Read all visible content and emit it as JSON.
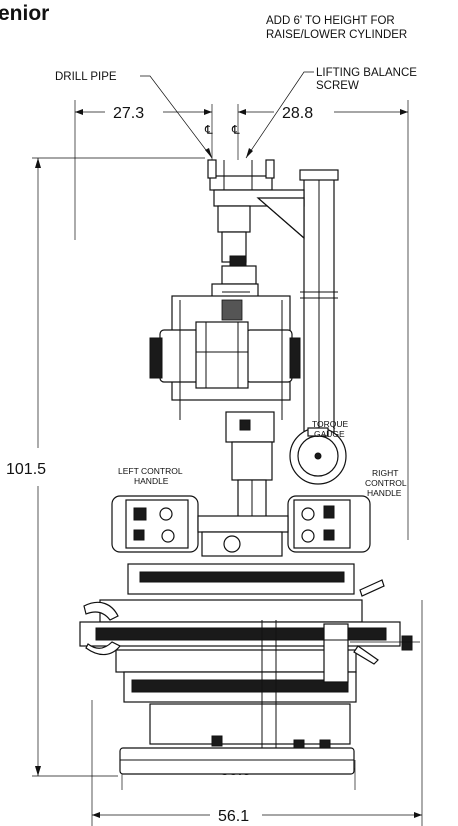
{
  "title": "enior",
  "note": {
    "line1": "ADD 6' TO HEIGHT FOR",
    "line2": "RAISE/LOWER CYLINDER"
  },
  "labels": {
    "drill_pipe": "DRILL PIPE",
    "lifting_balance_1": "LIFTING BALANCE",
    "lifting_balance_2": "SCREW",
    "torque_1": "TORQUE",
    "torque_2": "GAUGE",
    "left_handle_1": "LEFT CONTROL",
    "left_handle_2": "HANDLE",
    "right_handle_1": "RIGHT",
    "right_handle_2": "CONTROL",
    "right_handle_3": "HANDLE",
    "centerline_1": "℄",
    "centerline_2": "℄"
  },
  "dimensions": {
    "left_offset": "27.3",
    "right_offset": "28.8",
    "height": "101.5",
    "base_width": "38.5",
    "overall_width": "56.1"
  }
}
